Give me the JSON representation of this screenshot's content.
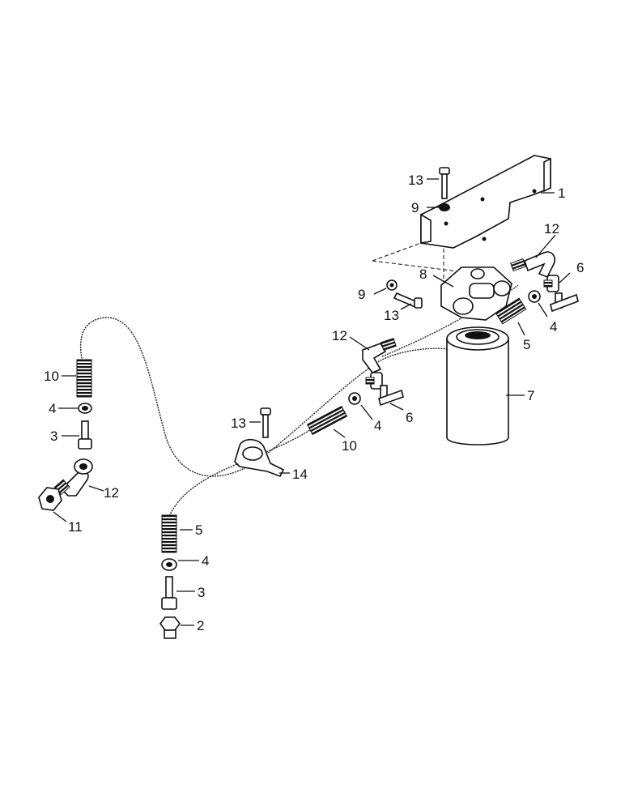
{
  "diagram": {
    "callouts": [
      {
        "id": "c1",
        "text": "1"
      },
      {
        "id": "c2",
        "text": "2"
      },
      {
        "id": "c3a",
        "text": "3"
      },
      {
        "id": "c3b",
        "text": "3"
      },
      {
        "id": "c4a",
        "text": "4"
      },
      {
        "id": "c4b",
        "text": "4"
      },
      {
        "id": "c4c",
        "text": "4"
      },
      {
        "id": "c4d",
        "text": "4"
      },
      {
        "id": "c5a",
        "text": "5"
      },
      {
        "id": "c5b",
        "text": "5"
      },
      {
        "id": "c6a",
        "text": "6"
      },
      {
        "id": "c6b",
        "text": "6"
      },
      {
        "id": "c7",
        "text": "7"
      },
      {
        "id": "c8",
        "text": "8"
      },
      {
        "id": "c9a",
        "text": "9"
      },
      {
        "id": "c9b",
        "text": "9"
      },
      {
        "id": "c10a",
        "text": "10"
      },
      {
        "id": "c10b",
        "text": "10"
      },
      {
        "id": "c11",
        "text": "11"
      },
      {
        "id": "c12a",
        "text": "12"
      },
      {
        "id": "c12b",
        "text": "12"
      },
      {
        "id": "c12c",
        "text": "12"
      },
      {
        "id": "c13a",
        "text": "13"
      },
      {
        "id": "c13b",
        "text": "13"
      },
      {
        "id": "c13c",
        "text": "13"
      },
      {
        "id": "c14",
        "text": "14"
      }
    ]
  }
}
